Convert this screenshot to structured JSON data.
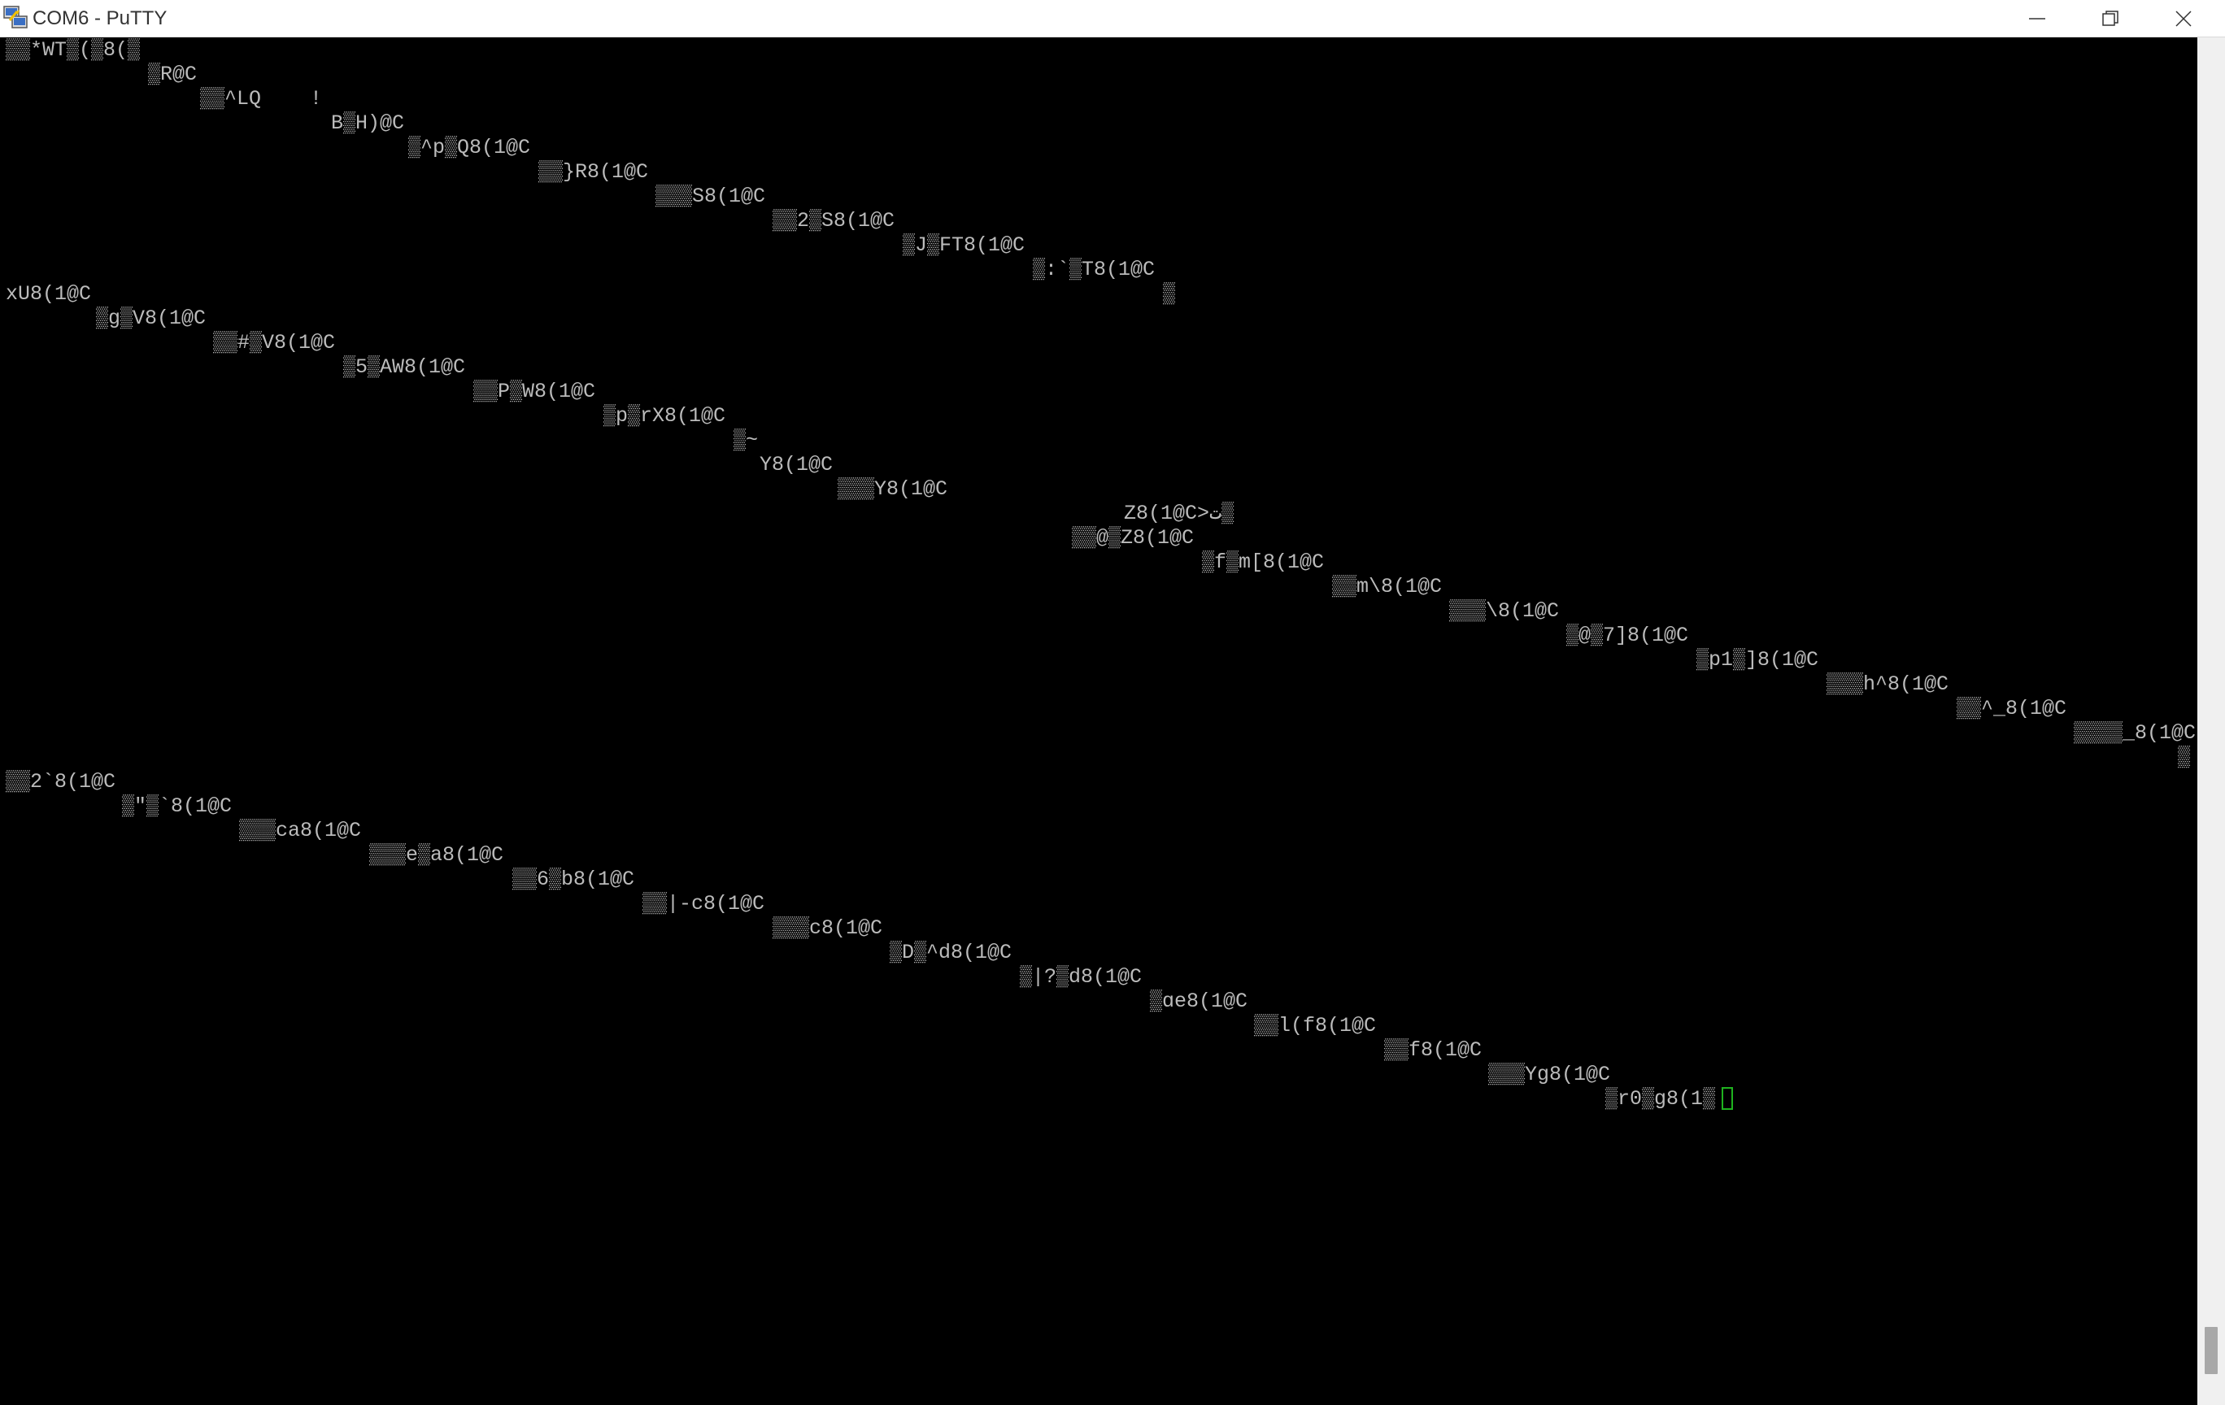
{
  "window": {
    "title": "COM6 - PuTTY",
    "icon": "putty-icon"
  },
  "controls": {
    "minimize_icon": "minimize-icon",
    "maximize_icon": "restore-icon",
    "close_icon": "close-icon"
  },
  "terminal": {
    "lines": [
      "▒▒*WT▒(▒8(▒",
      "▒R@C",
      "▒▒^LQ    !",
      "B▒H)@C",
      "▒^p▒Q8(1@C",
      "▒▒}R8(1@C",
      "▒▒▒S8(1@C",
      "▒▒2▒S8(1@C",
      "▒J▒FT8(1@C",
      "▒:`▒T8(1@C",
      "▒",
      "xU8(1@C",
      "▒g▒V8(1@C",
      "▒▒#▒V8(1@C",
      "▒5▒AW8(1@C",
      "▒▒P▒W8(1@C",
      "▒p▒rX8(1@C",
      "▒~",
      "Y8(1@C",
      "▒▒▒Y8(1@C",
      "Z8(1@C>ت▒",
      "▒▒@▒Z8(1@C",
      "▒f▒m[8(1@C",
      "▒▒m\\8(1@C",
      "▒▒▒\\8(1@C",
      "▒@▒7]8(1@C",
      "▒p1▒]8(1@C",
      "▒▒▒h^8(1@C",
      "▒▒^_8(1@C",
      "▒▒▒▒_8(1@C",
      "▒",
      "▒▒2`8(1@C",
      "▒\"▒`8(1@C",
      "▒▒▒ca8(1@C",
      "▒▒▒e▒a8(1@C",
      "▒▒6▒b8(1@C",
      "▒▒|-c8(1@C",
      "▒▒▒c8(1@C",
      "▒D▒^d8(1@C",
      "▒|?▒d8(1@C",
      "▒ɑe8(1@C",
      "▒▒l(f8(1@C",
      "▒▒f8(1@C",
      "▒▒▒Yg8(1@C",
      "▒r0▒g8(1▒"
    ]
  },
  "colors": {
    "background": "#000000",
    "text": "#bbbbbb",
    "cursor": "#1fb31f"
  }
}
